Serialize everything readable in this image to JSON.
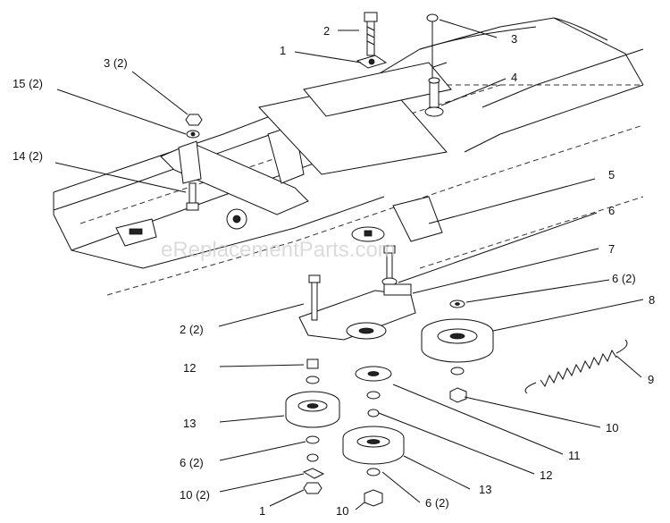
{
  "watermark": "eReplacementParts.com",
  "callouts": {
    "c2_top": "2",
    "c3_top": "3",
    "c1_top": "1",
    "c3_2": "3 (2)",
    "c4": "4",
    "c15_2": "15 (2)",
    "c14_2": "14 (2)",
    "c5": "5",
    "c6_a": "6",
    "c7": "7",
    "c6_2a": "6 (2)",
    "c8": "8",
    "c2_2": "2 (2)",
    "c9": "9",
    "c12_a": "12",
    "c10_a": "10",
    "c11": "11",
    "c13_a": "13",
    "c12_b": "12",
    "c6_2b": "6 (2)",
    "c10_2": "10 (2)",
    "c13_b": "13",
    "c1_b": "1",
    "c10_b": "10",
    "c6_2c": "6 (2)"
  }
}
